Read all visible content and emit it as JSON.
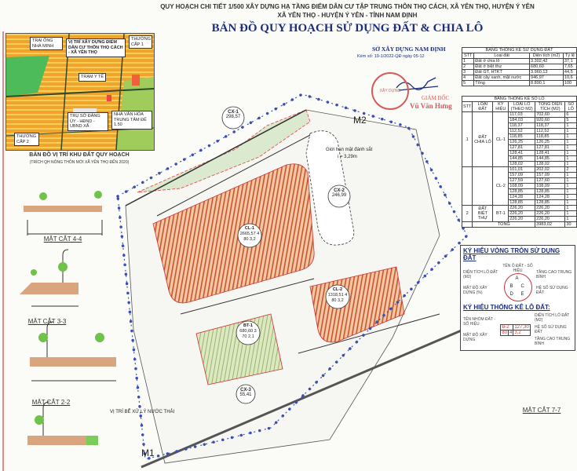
{
  "header": {
    "line1": "QUY HOẠCH CHI TIẾT 1/500 XÂY DỰNG HẠ TẦNG ĐIỂM DÂN CƯ TẬP TRUNG THÔN THỌ CÁCH, XÃ YÊN THỌ, HUYỆN Ý YÊN",
    "line2": "XÃ YÊN THỌ - HUYỆN Ý YÊN - TỈNH NAM ĐỊNH",
    "title": "BẢN ĐỒ QUY HOẠCH SỬ DỤNG ĐẤT & CHIA LÔ"
  },
  "inset": {
    "caption": "BẢN ĐỒ VỊ TRÍ KHU ĐẤT QUY HOẠCH",
    "subcaption": "(TRÍCH QH NÔNG THÔN MỚI XÃ YÊN THỌ ĐẾN 2020)",
    "labels": [
      "TRẠI ỐNG NHÀ MINH",
      "VỊ TRÍ XÂY DỰNG ĐIỂM DÂN CƯ THÔN THỌ CÁCH - XÃ YÊN THỌ",
      "THƯỜNG CẤP 1",
      "TRẠM Y TẾ",
      "NHÀ VĂN HÓA TRUNG TÂM ĐẾ 1.50",
      "TRỤ SỞ ĐẢNG ỦY - HĐND - UBND XÃ",
      "THƯỜNG CẤP 2"
    ]
  },
  "sections": [
    "MẶT CẮT 4-4",
    "MẶT CẮT 3-3",
    "MẶT CẮT 2-2",
    "MẶT CẮT 7-7"
  ],
  "stamp": {
    "org": "SỞ XÂY DỰNG NAM ĐỊNH",
    "ref": "Kèm số: 19-1/2022-QĐ ngày 05-12",
    "seal_text": "XÂY DỰNG",
    "role": "GIÁM ĐỐC",
    "name": "Vũ Văn Hưng"
  },
  "land_use_table": {
    "title": "BẢNG THỐNG KÊ SỬ DỤNG ĐẤT",
    "headers": [
      "STT",
      "Loại đất",
      "Diện tích (m2)",
      "Tỷ lệ"
    ],
    "rows": [
      [
        "1",
        "Đất ở chia lô",
        "3.302,42",
        "37,1"
      ],
      [
        "2",
        "Đất ở biệt thự",
        "680,60",
        "7,65"
      ],
      [
        "3",
        "Đất GT, HTKT",
        "3.960,13",
        "44,5"
      ],
      [
        "4",
        "Đất cây xanh, mặt nước",
        "946,97",
        "10,6"
      ],
      [
        "5",
        "Tổng",
        "8.890,1",
        "100"
      ]
    ]
  },
  "lot_table": {
    "title": "BẢNG THỐNG KÊ SỐ LÔ",
    "headers": [
      "STT",
      "LOẠI ĐẤT",
      "KÝ HIỆU",
      "LOẠI LÔ (THEO M2)",
      "TỔNG DIỆN TÍCH (M2)",
      "SỐ LÔ"
    ],
    "groups": [
      {
        "stt": "1",
        "type": "ĐẤT CHIA LÔ",
        "code": "CL-1",
        "rows": [
          [
            "117,03",
            "702,60",
            "6"
          ],
          [
            "184,03",
            "920,60",
            "5"
          ],
          [
            "118,37",
            "118,37",
            "1"
          ],
          [
            "112,52",
            "112,52",
            "1"
          ],
          [
            "118,85",
            "118,85",
            "1"
          ],
          [
            "126,25",
            "126,25",
            "1"
          ],
          [
            "127,81",
            "127,81",
            "1"
          ],
          [
            "128,41",
            "128,41",
            "1"
          ],
          [
            "144,85",
            "144,85",
            "1"
          ],
          [
            "128,02",
            "128,02",
            "1"
          ]
        ]
      },
      {
        "stt": "",
        "type": "",
        "code": "CL-2",
        "rows": [
          [
            "101,01",
            "202,02",
            "2"
          ],
          [
            "157,09",
            "157,09",
            "1"
          ],
          [
            "127,59",
            "127,60",
            "1"
          ],
          [
            "108,09",
            "108,09",
            "1"
          ],
          [
            "128,85",
            "128,85",
            "1"
          ],
          [
            "124,28",
            "124,28",
            "1"
          ],
          [
            "128,85",
            "128,85",
            "1"
          ]
        ]
      },
      {
        "stt": "2",
        "type": "ĐẤT BIỆT THỰ",
        "code": "BT-1",
        "rows": [
          [
            "226,20",
            "226,20",
            "1"
          ],
          [
            "226,20",
            "226,20",
            "1"
          ],
          [
            "226,20",
            "226,20",
            "1"
          ]
        ]
      }
    ],
    "total_label": "TỔNG",
    "total_area": "3983,02",
    "total_lots": "30"
  },
  "legend": {
    "circle_title": "KÝ HIỆU VÒNG TRÒN SỬ DỤNG ĐẤT",
    "circle_top": "TÊN Ô ĐẤT - SỐ HIỆU",
    "circle_left1": "DIỆN TÍCH LÔ ĐẤT (M2)",
    "circle_left2": "MẬT ĐỘ XÂY DỰNG (%)",
    "circle_right1": "TẦNG CAO TRUNG BÌNH",
    "circle_right2": "HỆ SỐ SỬ DỤNG ĐẤT",
    "circle_letters": [
      "A",
      "B",
      "C",
      "D",
      "E"
    ],
    "lot_title": "KÝ HIỆU THỐNG KÊ LÔ ĐẤT:",
    "lot_left1": "TÊN NHÓM ĐẤT - SỐ HIỆU",
    "lot_left2": "MẬT ĐỘ XÂY DỰNG",
    "lot_right1": "DIỆN TÍCH LÔ ĐẤT (M2)",
    "lot_right2": "HỆ SỐ SỬ DỤNG ĐẤT",
    "lot_right3": "TẦNG CAO TRUNG BÌNH",
    "sample": [
      "B-2",
      "127,30",
      "80",
      "4",
      "3,2"
    ]
  },
  "map": {
    "markers": [
      "M1",
      "M2"
    ],
    "zones": [
      {
        "code": "CX-1",
        "area": "298,57"
      },
      {
        "code": "CX-2",
        "area": "246,99"
      },
      {
        "code": "CL-1",
        "area": "2665,57",
        "floors": "4",
        "density": "80",
        "far": "3,2"
      },
      {
        "code": "CL-2",
        "area": "1318,51",
        "floors": "4",
        "density": "80",
        "far": "3,2"
      },
      {
        "code": "BT-1",
        "area": "680,60",
        "floors": "3",
        "density": "70",
        "far": "2,1"
      },
      {
        "code": "CX-3",
        "area": "55,41"
      }
    ],
    "road_note": "Giới hạn mặt đánh sắt",
    "road_slope": "i = 3,29m",
    "wastewater": "VỊ TRÍ BỂ XỬ LÝ NƯỚC THẢI",
    "colors": {
      "lot_fill": "#f2c7a5",
      "lot_hatch": "#c8562c",
      "villa_fill": "#dbe8c2",
      "boundary": "#3a4fb5",
      "redline": "#e04040"
    }
  }
}
